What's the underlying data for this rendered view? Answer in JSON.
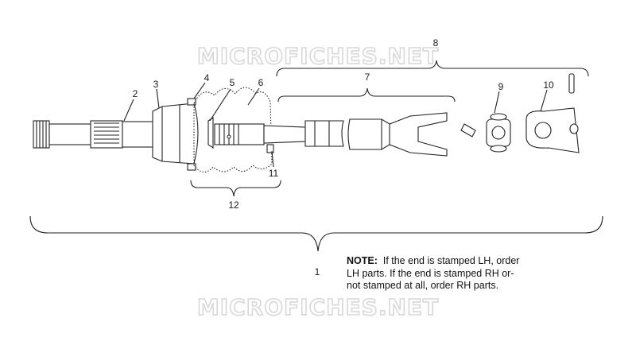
{
  "watermarks": [
    "MICROFICHES.NET",
    "MICROFICHES.NET"
  ],
  "callouts": [
    "1",
    "2",
    "3",
    "4",
    "5",
    "6",
    "7",
    "8",
    "9",
    "10",
    "11",
    "12"
  ],
  "note": {
    "label": "NOTE:",
    "line1": "If the end is stamped LH, order",
    "line2": "LH parts.  If the end is stamped RH or-",
    "line3": "not stamped at all, order RH parts."
  }
}
